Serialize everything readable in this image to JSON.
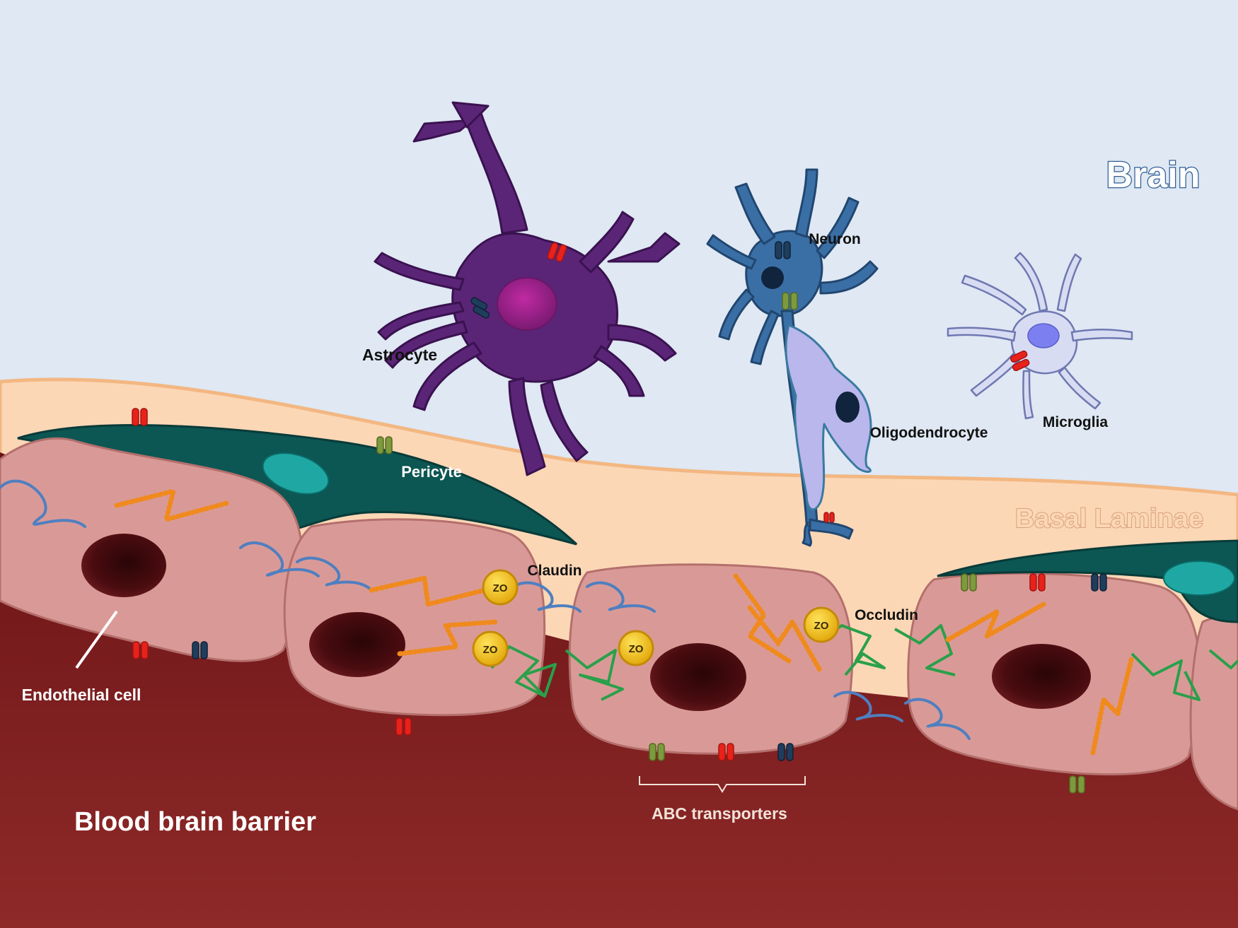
{
  "labels": {
    "brain": "Brain",
    "basal_laminae": "Basal Laminae",
    "blood_brain_barrier": "Blood brain barrier",
    "astrocyte": "Astrocyte",
    "neuron": "Neuron",
    "oligodendrocyte": "Oligodendrocyte",
    "microglia": "Microglia",
    "pericyte": "Pericyte",
    "claudin": "Claudin",
    "occludin": "Occludin",
    "endothelial_cell": "Endothelial cell",
    "abc_transporters": "ABC transporters",
    "zo": "ZO"
  },
  "colors": {
    "brain_bg": "#dfe8f3",
    "basal_lamina": "#fbd7b6",
    "blood": "#7e1a1e",
    "endothelial_cell": "#d99a97",
    "nucleus": "#3d0a0e",
    "pericyte": "#0c5653",
    "astrocyte": "#5b2577",
    "neuron": "#3a6fa6",
    "oligodendrocyte": "#b9b7ec",
    "microglia": "#d7dcf3",
    "claudin": "#4f7fc0",
    "occludin": "#2aa04a",
    "zo": "#f2c21d",
    "transporter_red": "#e8221b",
    "transporter_green": "#7d9a3e",
    "transporter_navy": "#1f3d5c",
    "chain": "#f08a1d"
  }
}
